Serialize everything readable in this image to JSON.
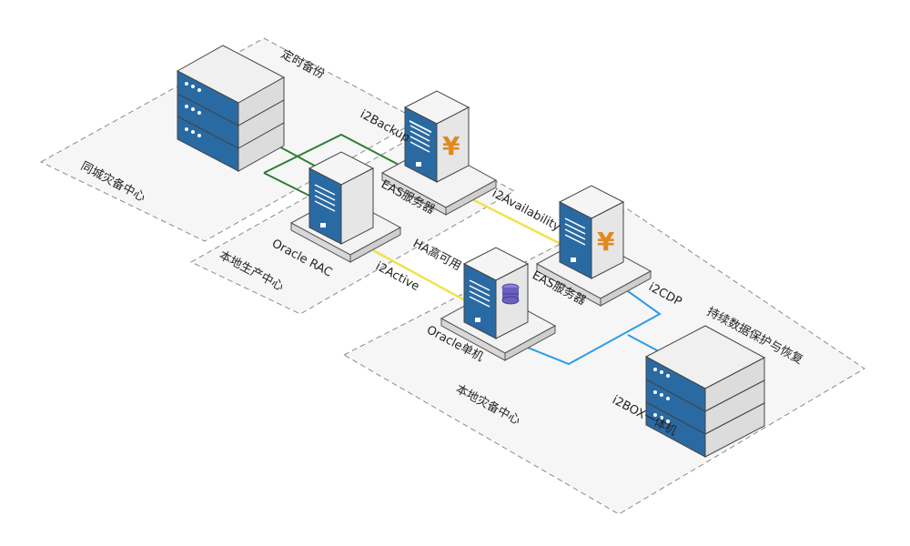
{
  "zones": {
    "scheduled_backup": "定时备份",
    "same_city_dr": "同城灾备中心",
    "local_production": "本地生产中心",
    "local_dr": "本地灾备中心",
    "continuous_protection": "持续数据保护与恢复"
  },
  "devices": {
    "eas_server_1": "EAS服务器",
    "eas_server_2": "EAS服务器",
    "oracle_rac": "Oracle RAC",
    "oracle_single": "Oracle单机",
    "i2box": "i2BOX一体机"
  },
  "links": {
    "i2backup": "i2Backup",
    "i2availability": "i2Availability",
    "ha": "HA高可用",
    "i2active": "i2Active",
    "i2cdp": "i2CDP"
  },
  "icons": {
    "currency_glyph": "¥"
  },
  "colors": {
    "server_blue": "#2a6aa3",
    "server_gray": "#e3e3e3",
    "link_green": "#2e7d32",
    "link_yellow": "#f0e24a",
    "link_blue": "#2f9be6",
    "zone_fill": "#f3f3f3",
    "currency_orange": "#e08a1e",
    "disk_purple": "#6b5fbf"
  }
}
